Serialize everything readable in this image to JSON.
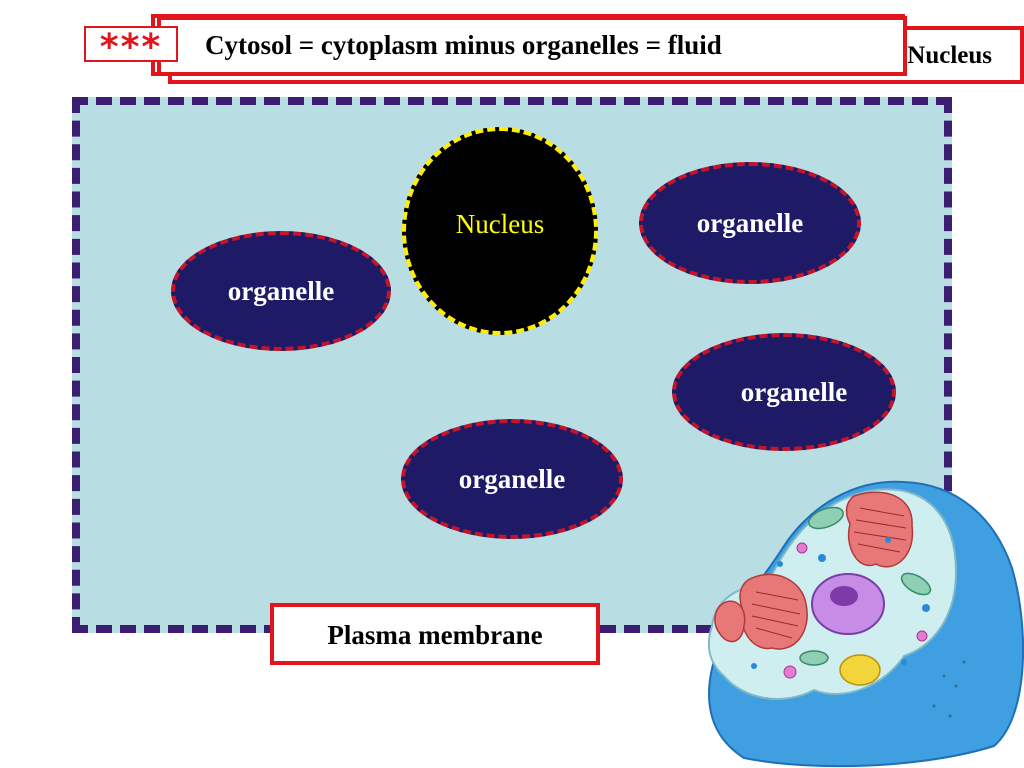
{
  "header": {
    "back_label": "Nucleus",
    "title": "Cytosol = cytoplasm minus organelles = fluid",
    "marker": "***"
  },
  "diagram": {
    "nucleus_label": "Nucleus",
    "organelles": [
      {
        "label": "organelle"
      },
      {
        "label": "organelle"
      },
      {
        "label": "organelle"
      },
      {
        "label": "organelle"
      }
    ],
    "membrane_label": "Plasma membrane"
  },
  "colors": {
    "cytosol": "#b8dde2",
    "membrane": "#3b1e72",
    "organelle_fill": "#1e1a66",
    "organelle_outline": "#c4142a",
    "nucleus_fill": "#000000",
    "nucleus_outline": "#ffee00",
    "box_border": "#e2141c"
  },
  "images": {
    "cell_illustration": "animal-cell-illustration"
  }
}
